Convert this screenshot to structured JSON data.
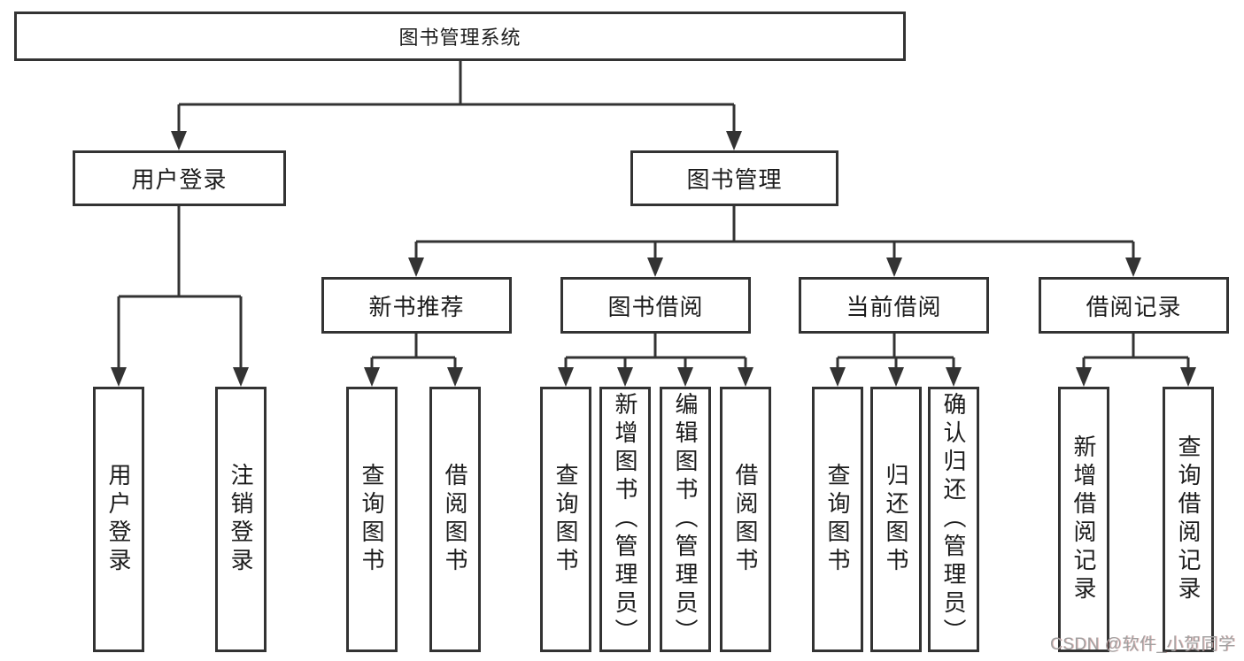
{
  "tree": {
    "label": "图书管理系统",
    "children": [
      {
        "label": "用户登录",
        "children": [
          {
            "label": "用户登录"
          },
          {
            "label": "注销登录"
          }
        ]
      },
      {
        "label": "图书管理",
        "children": [
          {
            "label": "新书推荐",
            "children": [
              {
                "label": "查询图书"
              },
              {
                "label": "借阅图书"
              }
            ]
          },
          {
            "label": "图书借阅",
            "children": [
              {
                "label": "查询图书"
              },
              {
                "label": "新增图书（管理员）"
              },
              {
                "label": "编辑图书（管理员）"
              },
              {
                "label": "借阅图书"
              }
            ]
          },
          {
            "label": "当前借阅",
            "children": [
              {
                "label": "查询图书"
              },
              {
                "label": "归还图书"
              },
              {
                "label": "确认归还（管理员）"
              }
            ]
          },
          {
            "label": "借阅记录",
            "children": [
              {
                "label": "新增借阅记录"
              },
              {
                "label": "查询借阅记录"
              }
            ]
          }
        ]
      }
    ]
  },
  "watermark": {
    "text": "CSDN @软件_小贺同学"
  },
  "colors": {
    "line": "#333333",
    "box_background": "#ffffff",
    "text": "#1c1c1c",
    "watermark": "#a0a0a0"
  }
}
